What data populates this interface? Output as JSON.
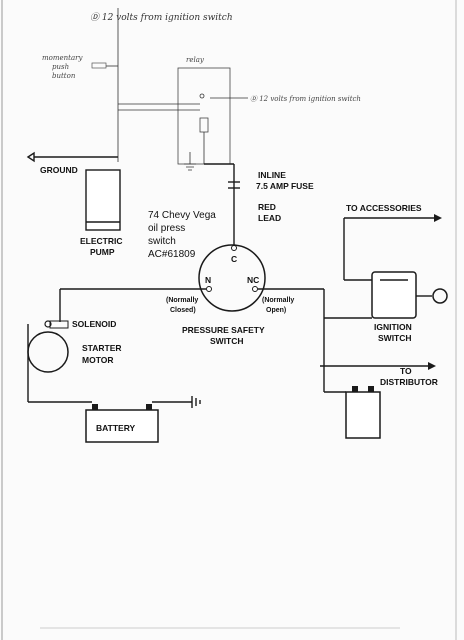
{
  "handwritten": {
    "top_note": "Ⓓ 12 volts from ignition switch",
    "relay_note": "Ⓓ 12 volts from ignition switch",
    "push_button": [
      "momentary",
      "push",
      "button"
    ],
    "relay_label": "relay"
  },
  "labels": {
    "ground": "GROUND",
    "electric_pump": [
      "ELECTRIC",
      "PUMP"
    ],
    "inline_fuse": [
      "INLINE",
      "7.5 AMP FUSE"
    ],
    "red_lead": [
      "RED",
      "LEAD"
    ],
    "oil_switch": [
      "74 Chevy Vega",
      "oil press",
      "switch",
      "AC#61809"
    ],
    "to_accessories": "TO ACCESSORIES",
    "terminal_c": "C",
    "terminal_n": "N",
    "terminal_nc": "NC",
    "normally_closed": [
      "(Normally",
      "Closed)"
    ],
    "normally_open": [
      "(Normally",
      "Open)"
    ],
    "pressure_switch": [
      "PRESSURE SAFETY",
      "SWITCH"
    ],
    "solenoid": "SOLENOID",
    "starter_motor": [
      "STARTER",
      "MOTOR"
    ],
    "ignition_switch": [
      "IGNITION",
      "SWITCH"
    ],
    "to_distributor": [
      "TO",
      "DISTRIBUTOR"
    ],
    "battery": "BATTERY"
  },
  "colors": {
    "ink": "#1a1a1a",
    "pencil": "#333333",
    "paper": "#fbfbfb"
  }
}
